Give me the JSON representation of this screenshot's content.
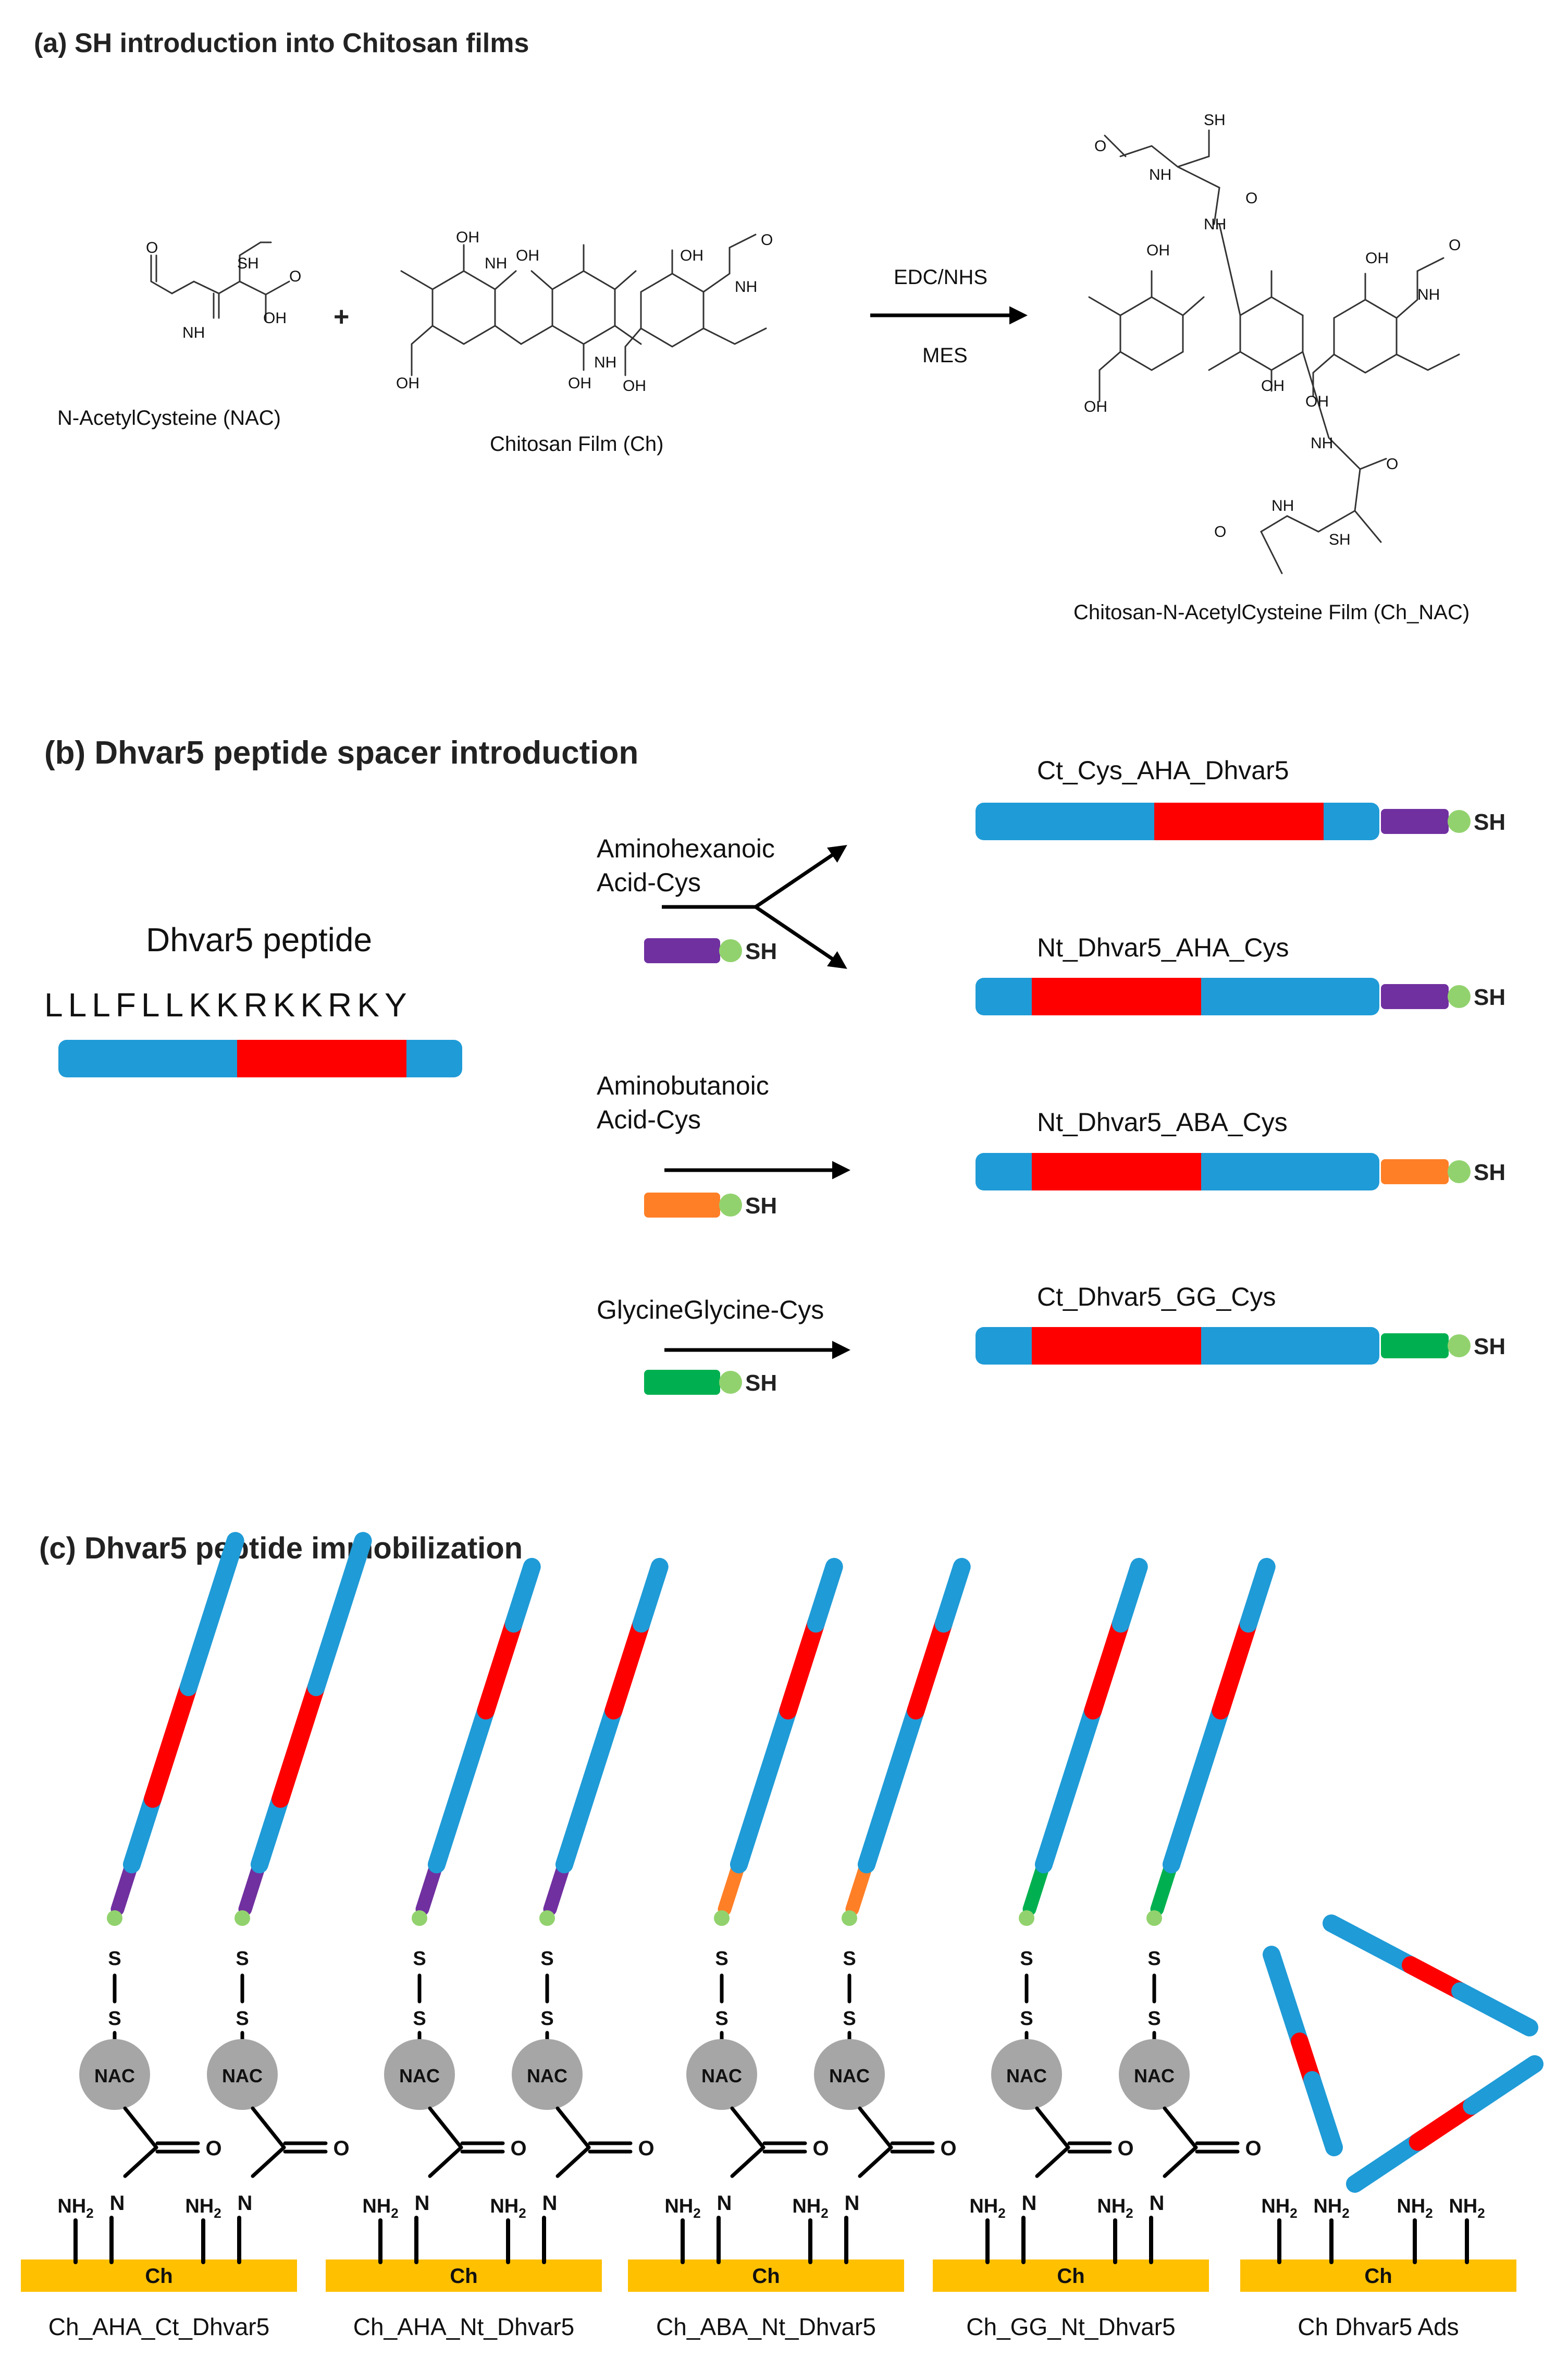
{
  "colors": {
    "peptide_blue": "#1f9bd7",
    "peptide_red": "#ff0000",
    "aha_purple": "#7030a0",
    "aba_orange": "#ff7f27",
    "gg_green": "#00b050",
    "sh_dot": "#92d26e",
    "nac_gray": "#a6a6a6",
    "ch_yellow": "#ffc000"
  },
  "section_a": {
    "title": "(a) SH introduction into Chitosan films",
    "nac_label": "N-AcetylCysteine (NAC)",
    "plus": "+",
    "chitosan_label": "Chitosan Film (Ch)",
    "reagent_top": "EDC/NHS",
    "reagent_bottom": "MES",
    "product_label": "Chitosan-N-AcetylCysteine Film (Ch_NAC)",
    "atoms": {
      "SH": "SH",
      "NH": "NH",
      "O": "O",
      "OH": "OH",
      "NH2": "NH",
      "sub2": "2"
    }
  },
  "section_b": {
    "title": "(b) Dhvar5 peptide spacer introduction",
    "peptide_label": "Dhvar5 peptide",
    "sequence": "LLLFLLKKRKKRKY",
    "routes": [
      {
        "label_line1": "Aminohexanoic",
        "label_line2": "Acid-Cys",
        "spacer": "AHA"
      },
      {
        "label_line1": "Aminobutanoic",
        "label_line2": "Acid-Cys",
        "spacer": "ABA"
      },
      {
        "label_line1": "GlycineGlycine-Cys",
        "label_line2": "",
        "spacer": "GG"
      }
    ],
    "sh": "SH",
    "products": [
      "Ct_Cys_AHA_Dhvar5",
      "Nt_Dhvar5_AHA_Cys",
      "Nt_Dhvar5_ABA_Cys",
      "Ct_Dhvar5_GG_Cys"
    ]
  },
  "section_c": {
    "title": "(c) Dhvar5 peptide immobilization",
    "s": "S",
    "nac": "NAC",
    "o": "O",
    "n": "N",
    "nh": "NH",
    "sub2": "2",
    "ch": "Ch",
    "groups": [
      {
        "label": "Ch_AHA_Ct_Dhvar5",
        "spacer": "AHA",
        "order": "ct"
      },
      {
        "label": "Ch_AHA_Nt_Dhvar5",
        "spacer": "AHA",
        "order": "nt"
      },
      {
        "label": "Ch_ABA_Nt_Dhvar5",
        "spacer": "ABA",
        "order": "nt"
      },
      {
        "label": "Ch_GG_Nt_Dhvar5",
        "spacer": "GG",
        "order": "nt"
      },
      {
        "label": "Ch Dhvar5 Ads",
        "spacer": "",
        "order": "ads"
      }
    ]
  }
}
